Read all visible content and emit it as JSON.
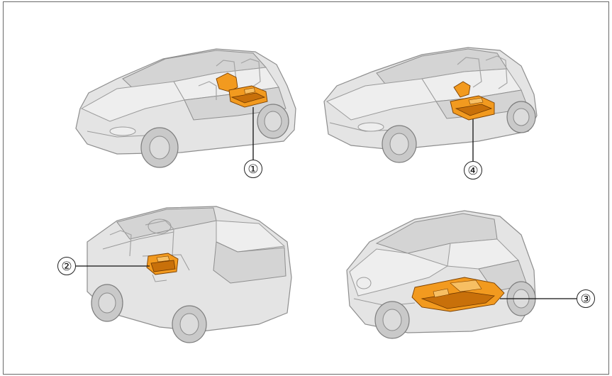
{
  "diagram": {
    "colors": {
      "frame_border": "#6a6a6a",
      "car_body": "#e4e4e4",
      "car_outline": "#8e8e8e",
      "battery_highlight": "#f29a1f",
      "leader_line": "#111111"
    },
    "panels": [
      {
        "id": "top-left-hatchback",
        "callout": "①"
      },
      {
        "id": "top-right-hatchback",
        "callout": "④"
      },
      {
        "id": "bottom-left-minivan",
        "callout": "②"
      },
      {
        "id": "bottom-right-minicar",
        "callout": "③"
      }
    ]
  }
}
